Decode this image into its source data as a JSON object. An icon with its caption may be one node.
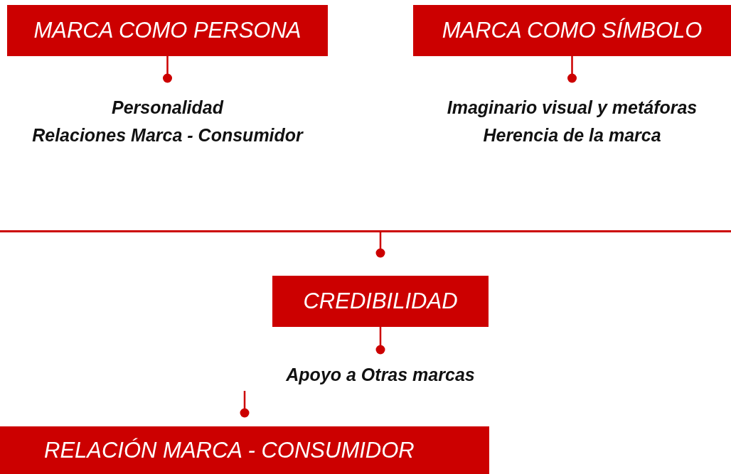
{
  "diagram": {
    "nodes": [
      {
        "text": [
          "MARCA COMO PERSONA"
        ]
      },
      {
        "text": [
          "Personalidad",
          "Relaciones Marca - Consumidor"
        ]
      },
      {
        "text": [
          "MARCA COMO SÍMBOLO"
        ]
      },
      {
        "text": [
          "Imaginario visual y metáforas",
          "Herencia de la marca"
        ]
      },
      {
        "text": [],
        "shape": "bar"
      },
      {
        "text": [
          "CREDIBILIDAD"
        ]
      },
      {
        "text": [
          "Apoyo a Otras marcas"
        ]
      },
      {
        "text": [
          "RELACIÓN MARCA - CONSUMIDOR"
        ]
      }
    ],
    "edges": [
      {
        "from": 0,
        "to": 1,
        "arrow": "other"
      },
      {
        "from": 2,
        "to": 3,
        "arrow": "other"
      },
      {
        "from": 4,
        "to": 5,
        "arrow": "other"
      },
      {
        "from": 5,
        "to": 6,
        "arrow": "other"
      },
      {
        "from": 6,
        "to": 7,
        "arrow": "other"
      }
    ]
  }
}
